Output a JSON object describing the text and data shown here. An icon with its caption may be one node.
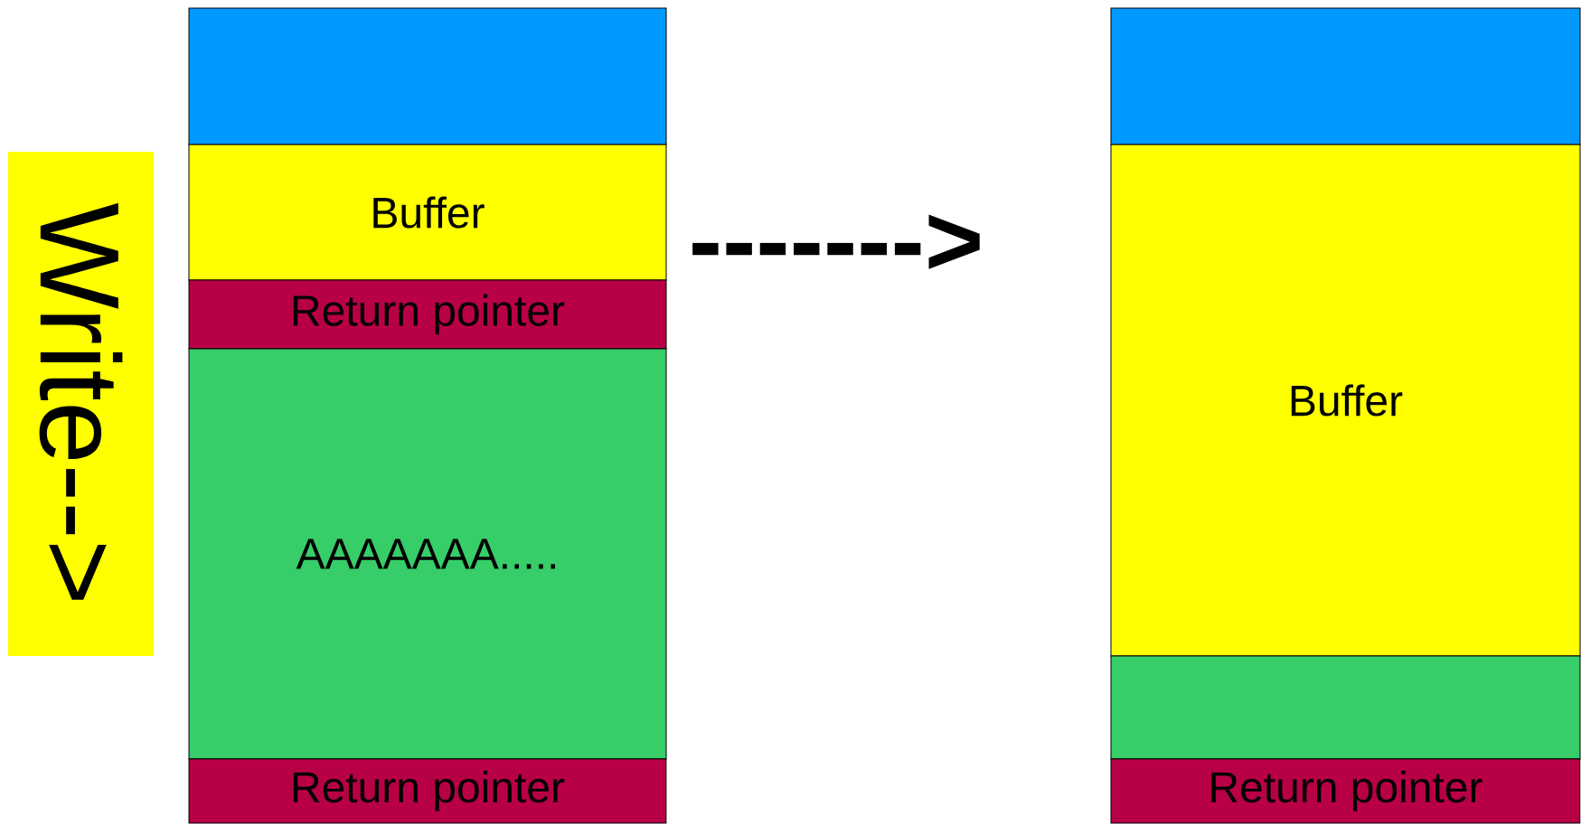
{
  "diagram": {
    "nodes": [
      {
        "text": [
          "Write-->"
        ]
      },
      {
        "text": [],
        "shape": "box"
      },
      {
        "text": [
          "Buffer"
        ]
      },
      {
        "text": [
          "Return pointer"
        ]
      },
      {
        "text": [
          "AAAAAAA....."
        ]
      },
      {
        "text": [
          "Return pointer"
        ]
      },
      {
        "text": [],
        "shape": "box"
      },
      {
        "text": [
          "Buffer"
        ]
      },
      {
        "text": [],
        "shape": "box"
      },
      {
        "text": [
          "Return pointer"
        ]
      }
    ],
    "labels": [
      "------->"
    ]
  }
}
